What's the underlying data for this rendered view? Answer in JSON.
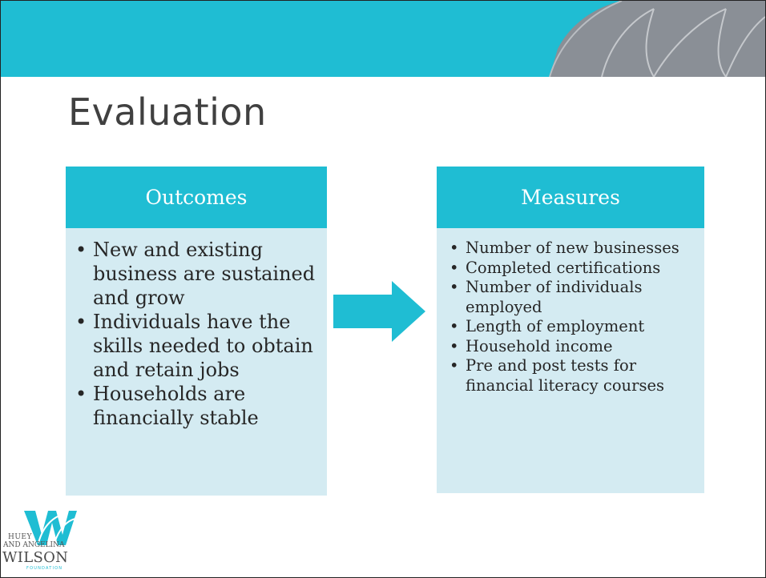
{
  "slide": {
    "title": "Evaluation",
    "accent_color": "#1fbdd3",
    "panel_body_color": "#d4ebf2"
  },
  "outcomes": {
    "header": "Outcomes",
    "items": [
      "New and existing business are sustained and grow",
      "Individuals have the skills needed to obtain and retain jobs",
      "Households are financially stable"
    ]
  },
  "measures": {
    "header": "Measures",
    "items": [
      "Number of new businesses",
      "Completed certifications",
      "Number of individuals employed",
      "Length of employment",
      "Household income",
      "Pre and post tests for financial literacy courses"
    ]
  },
  "logo": {
    "line1": "HUEY",
    "line2": "AND ANGELINA",
    "line3": "WILSON",
    "line4": "FOUNDATION"
  }
}
